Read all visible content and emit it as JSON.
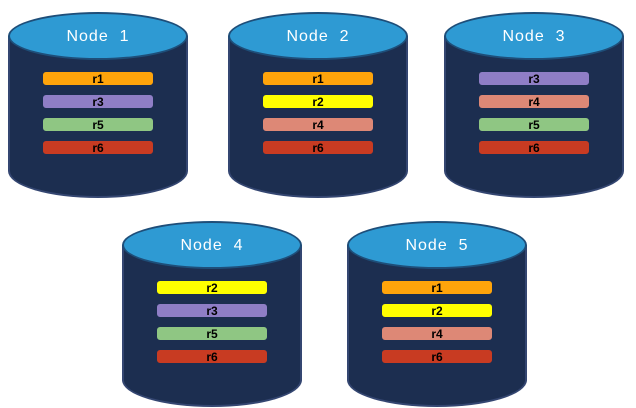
{
  "colors": {
    "background": "#FFFFFF",
    "cylinder_body": "#1C2E50",
    "cylinder_body_border": "#344671",
    "cylinder_top_fill": "#2E9AD3",
    "cylinder_top_border": "#1E4E79",
    "bar_border": "#1C2E50",
    "bar_text": "#000000",
    "title_text": "#FFFFFF"
  },
  "nodes": [
    {
      "title": "Node  1",
      "bars": [
        {
          "label": "r1",
          "color": "#FFA40B"
        },
        {
          "label": "r3",
          "color": "#8F7EC6"
        },
        {
          "label": "r5",
          "color": "#8FC683"
        },
        {
          "label": "r6",
          "color": "#C83B22"
        }
      ]
    },
    {
      "title": "Node  2",
      "bars": [
        {
          "label": "r1",
          "color": "#FFA40B"
        },
        {
          "label": "r2",
          "color": "#FFFF00"
        },
        {
          "label": "r4",
          "color": "#DD8876"
        },
        {
          "label": "r6",
          "color": "#C83B22"
        }
      ]
    },
    {
      "title": "Node  3",
      "bars": [
        {
          "label": "r3",
          "color": "#8F7EC6"
        },
        {
          "label": "r4",
          "color": "#DD8876"
        },
        {
          "label": "r5",
          "color": "#8FC683"
        },
        {
          "label": "r6",
          "color": "#C83B22"
        }
      ]
    },
    {
      "title": "Node  4",
      "bars": [
        {
          "label": "r2",
          "color": "#FFFF00"
        },
        {
          "label": "r3",
          "color": "#8F7EC6"
        },
        {
          "label": "r5",
          "color": "#8FC683"
        },
        {
          "label": "r6",
          "color": "#C83B22"
        }
      ]
    },
    {
      "title": "Node  5",
      "bars": [
        {
          "label": "r1",
          "color": "#FFA40B"
        },
        {
          "label": "r2",
          "color": "#FFFF00"
        },
        {
          "label": "r4",
          "color": "#DD8876"
        },
        {
          "label": "r6",
          "color": "#C83B22"
        }
      ]
    }
  ]
}
